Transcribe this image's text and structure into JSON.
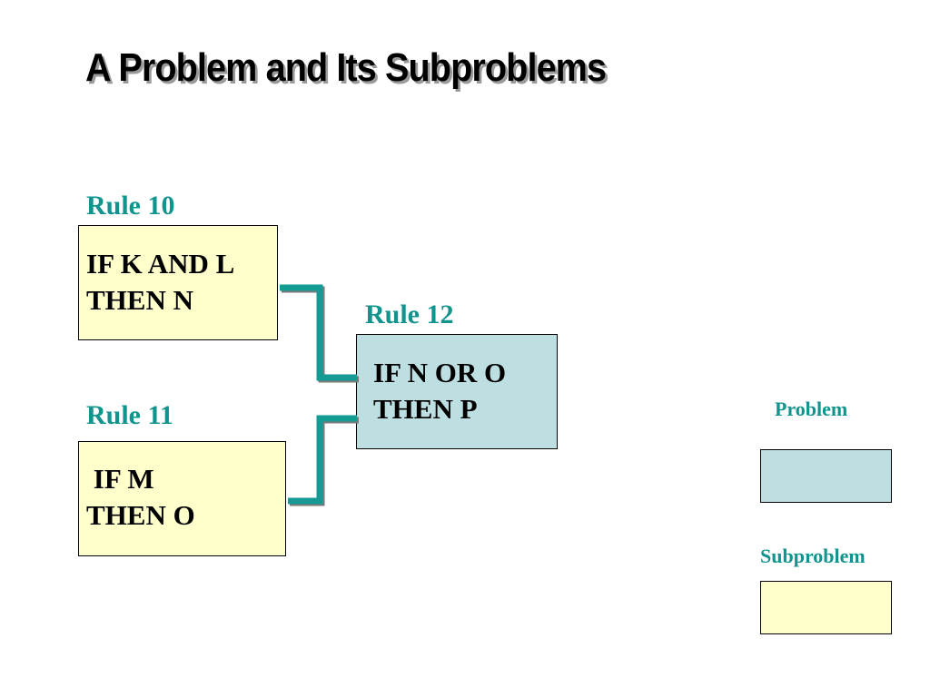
{
  "slide": {
    "title": "A Problem and Its Subproblems"
  },
  "colors": {
    "label_teal": "#11948d",
    "subproblem_fill": "#ffffcc",
    "problem_fill": "#bddfe2",
    "connector": "#139b94",
    "border": "#000000"
  },
  "rules": {
    "rule10": {
      "label": "Rule 10",
      "line1": "IF K AND L",
      "line2": "THEN N"
    },
    "rule11": {
      "label": "Rule 11",
      "line1": " IF M",
      "line2": "THEN O"
    },
    "rule12": {
      "label": "Rule 12",
      "line1": "IF N OR O",
      "line2": "THEN P"
    }
  },
  "legend": {
    "problem_label": "Problem",
    "subproblem_label": "Subproblem"
  }
}
